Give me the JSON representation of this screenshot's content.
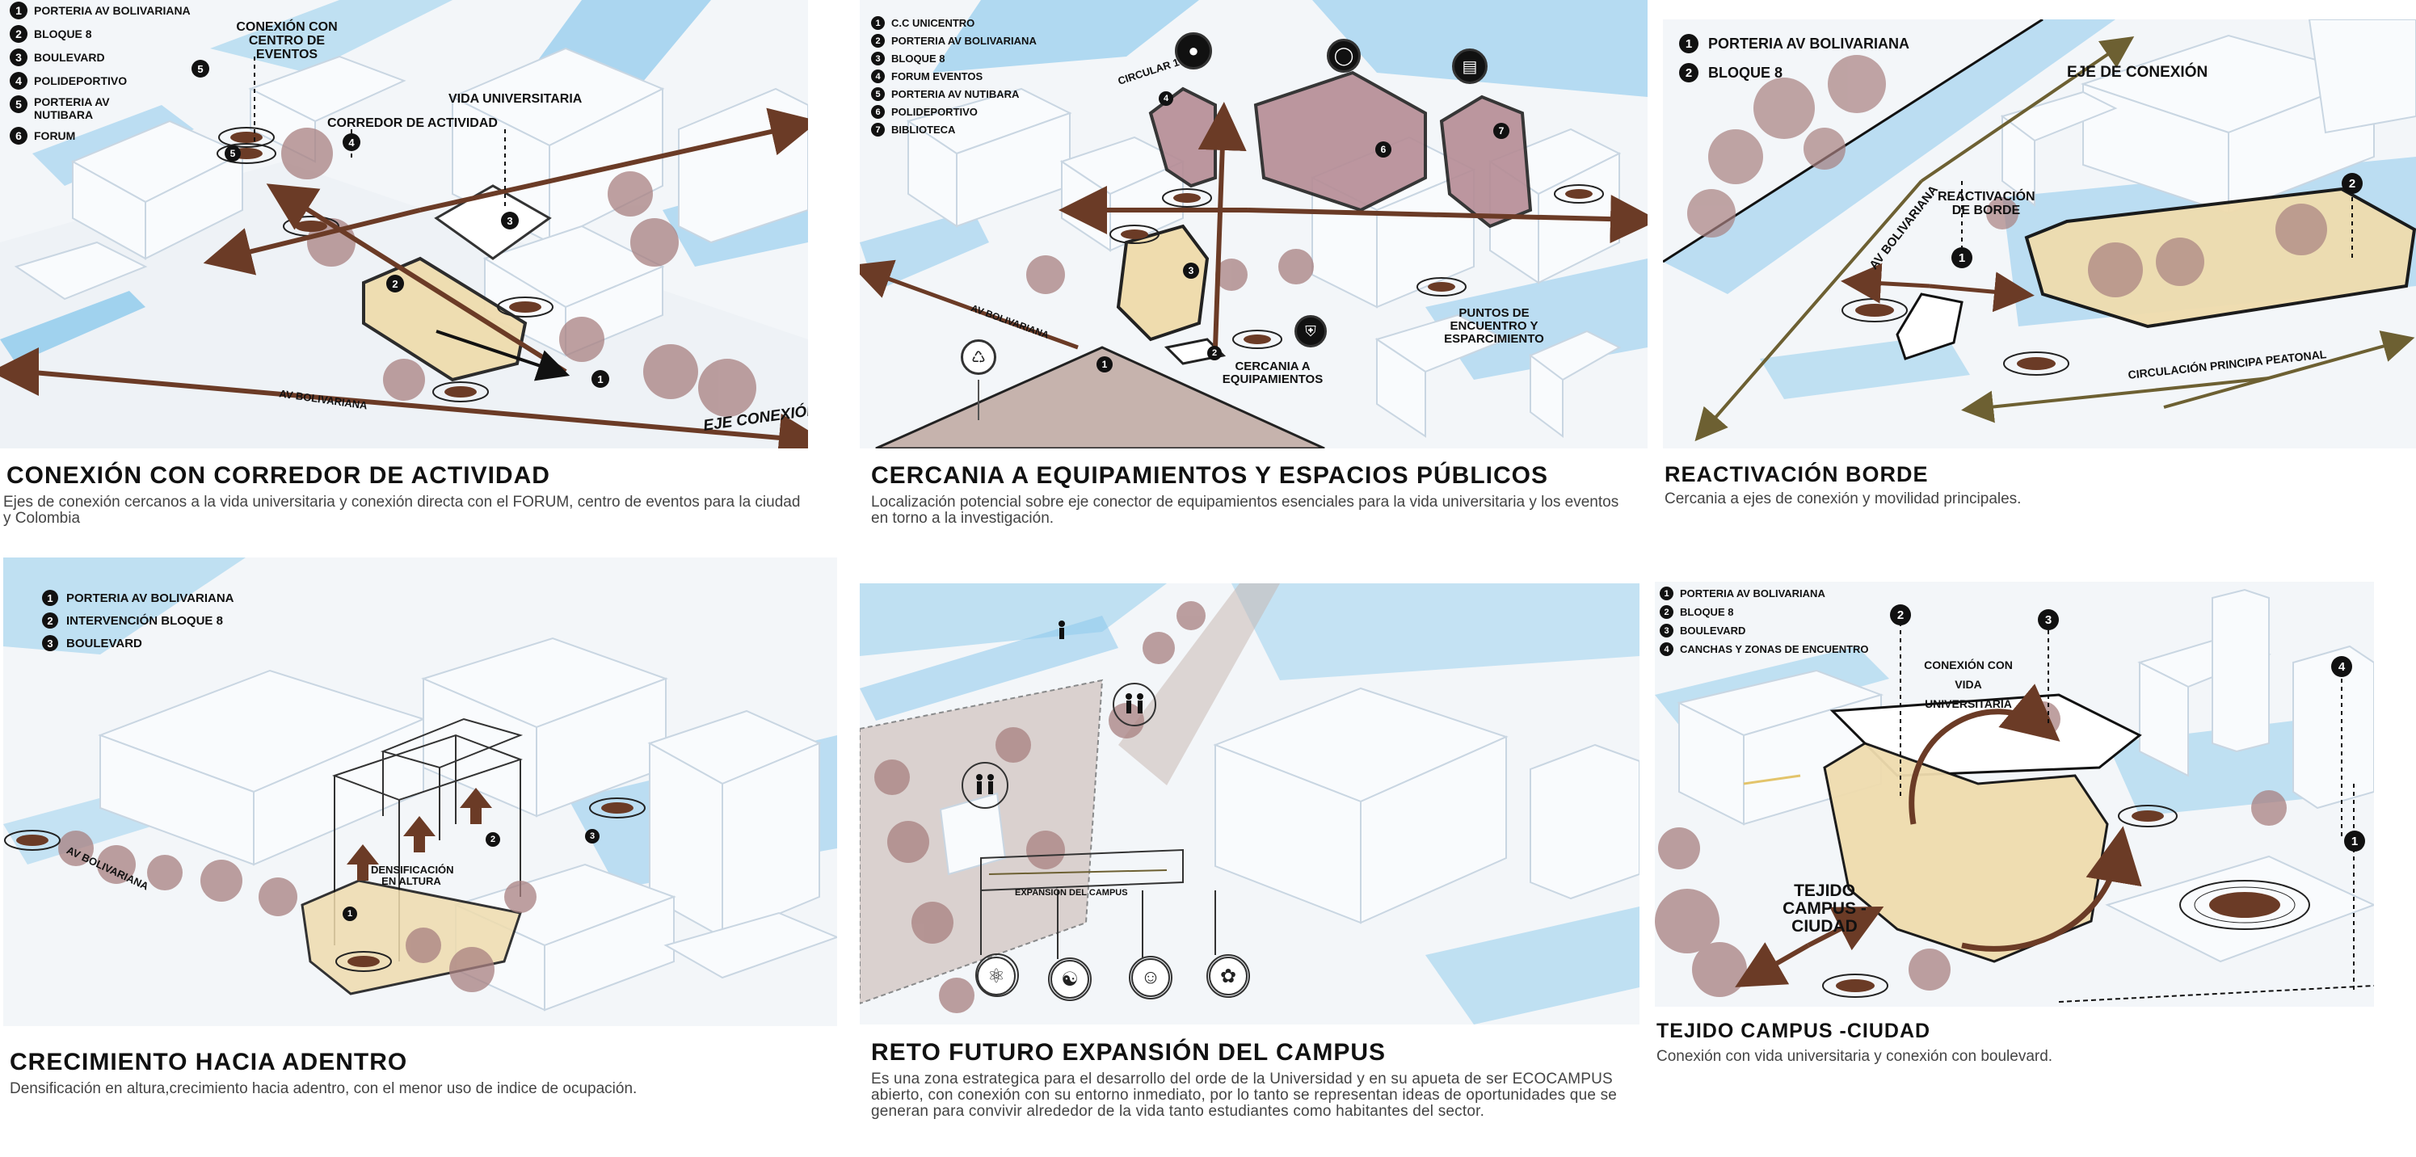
{
  "panels": [
    {
      "title": "CONEXIÓN CON CORREDOR DE ACTIVIDAD",
      "description": "Ejes de conexión cercanos a la vida universitaria y conexión directa con el FORUM, centro de eventos para la ciudad y Colombia",
      "legend": [
        {
          "n": "1",
          "text": "PORTERIA AV BOLIVARIANA"
        },
        {
          "n": "2",
          "text": "BLOQUE 8"
        },
        {
          "n": "3",
          "text": "BOULEVARD"
        },
        {
          "n": "4",
          "text": "POLIDEPORTIVO"
        },
        {
          "n": "5",
          "text": "PORTERIA AV NUTIBARA"
        },
        {
          "n": "6",
          "text": "FORUM"
        }
      ],
      "labels": {
        "conexion_eventos": "CONEXIÓN CON CENTRO DE EVENTOS",
        "corredor": "CORREDOR DE ACTIVIDAD",
        "vida": "VIDA UNIVERSITARIA",
        "av_bolivariana": "AV BOLIVARIANA",
        "eje_conexion": "EJE CONEXIÓN"
      },
      "pins": [
        "1",
        "2",
        "3",
        "4",
        "5",
        "5"
      ]
    },
    {
      "title": "CERCANIA A EQUIPAMIENTOS Y ESPACIOS PÚBLICOS",
      "description": "Localización potencial sobre eje conector de equipamientos esenciales para la vida universitaria y los eventos en torno a la investigación.",
      "legend": [
        {
          "n": "1",
          "text": "C.C UNICENTRO"
        },
        {
          "n": "2",
          "text": "PORTERIA AV BOLIVARIANA"
        },
        {
          "n": "3",
          "text": "BLOQUE 8"
        },
        {
          "n": "4",
          "text": "FORUM EVENTOS"
        },
        {
          "n": "5",
          "text": "PORTERIA AV NUTIBARA"
        },
        {
          "n": "6",
          "text": "POLIDEPORTIVO"
        },
        {
          "n": "7",
          "text": "BIBLIOTECA"
        }
      ],
      "labels": {
        "circular": "CIRCULAR 1",
        "av_bolivariana": "AV BOLIVARIANA",
        "cercania": "CERCANIA A EQUIPAMIENTOS",
        "puntos": "PUNTOS DE ENCUENTRO Y ESPARCIMIENTO"
      },
      "pins": [
        "1",
        "2",
        "3",
        "4",
        "6",
        "7"
      ]
    },
    {
      "title": "REACTIVACIÓN BORDE",
      "description": "Cercania a ejes de conexión y movilidad principales.",
      "legend": [
        {
          "n": "1",
          "text": "PORTERIA AV BOLIVARIANA"
        },
        {
          "n": "2",
          "text": "BLOQUE 8"
        }
      ],
      "labels": {
        "eje": "EJE DE CONEXIÓN",
        "av_bolivariana": "AV BOLIVARIANA",
        "reactivacion": "REACTIVACIÓN DE BORDE",
        "circulacion": "CIRCULACIÓN PRINCIPA PEATONAL"
      },
      "pins": [
        "1",
        "2"
      ]
    },
    {
      "title": "CRECIMIENTO HACIA ADENTRO",
      "description": "Densificación en altura,crecimiento hacia adentro, con el menor uso de indice de ocupación.",
      "legend": [
        {
          "n": "1",
          "text": "PORTERIA AV BOLIVARIANA"
        },
        {
          "n": "2",
          "text": "INTERVENCIÓN BLOQUE 8"
        },
        {
          "n": "3",
          "text": "BOULEVARD"
        }
      ],
      "labels": {
        "densificacion": "DENSIFICACIÓN EN ALTURA",
        "av_bolivariana": "AV BOLIVARIANA"
      },
      "pins": [
        "1",
        "2",
        "3"
      ]
    },
    {
      "title": "RETO FUTURO EXPANSIÓN DEL CAMPUS",
      "description": "Es una zona estrategica para el desarrollo del orde de la Universidad y en su apueta de ser ECOCAMPUS abierto, con conexión con su entorno inmediato, por lo tanto se representan ideas de oportunidades que se generan para convivir alrededor de la vida tanto estudiantes como habitantes del sector.",
      "legend": [],
      "labels": {
        "expansion": "EXPANSIÓN DEL CAMPUS"
      },
      "pins": []
    },
    {
      "title": "TEJIDO CAMPUS -CIUDAD",
      "description": "Conexión con vida universitaria y conexión con boulevard.",
      "legend": [
        {
          "n": "1",
          "text": "PORTERIA AV BOLIVARIANA"
        },
        {
          "n": "2",
          "text": "BLOQUE 8"
        },
        {
          "n": "3",
          "text": "BOULEVARD"
        },
        {
          "n": "4",
          "text": "CANCHAS Y ZONAS DE ENCUENTRO"
        }
      ],
      "labels": {
        "conexion_vida": "CONEXIÓN CON VIDA UNIVERSITARIA",
        "tejido": "TEJIDO CAMPUS -CIUDAD"
      },
      "pins": [
        "1",
        "2",
        "3",
        "4"
      ]
    }
  ],
  "colors": {
    "brown": "#6b3b26",
    "olive": "#6d6032",
    "water": "#8cc9ec",
    "cream": "#efdcae",
    "mauve": "#b68c95",
    "tree": "#a88080",
    "building": "#f6f8fb",
    "roof": "#dfe8f0",
    "ground": "#c6b3ad"
  }
}
